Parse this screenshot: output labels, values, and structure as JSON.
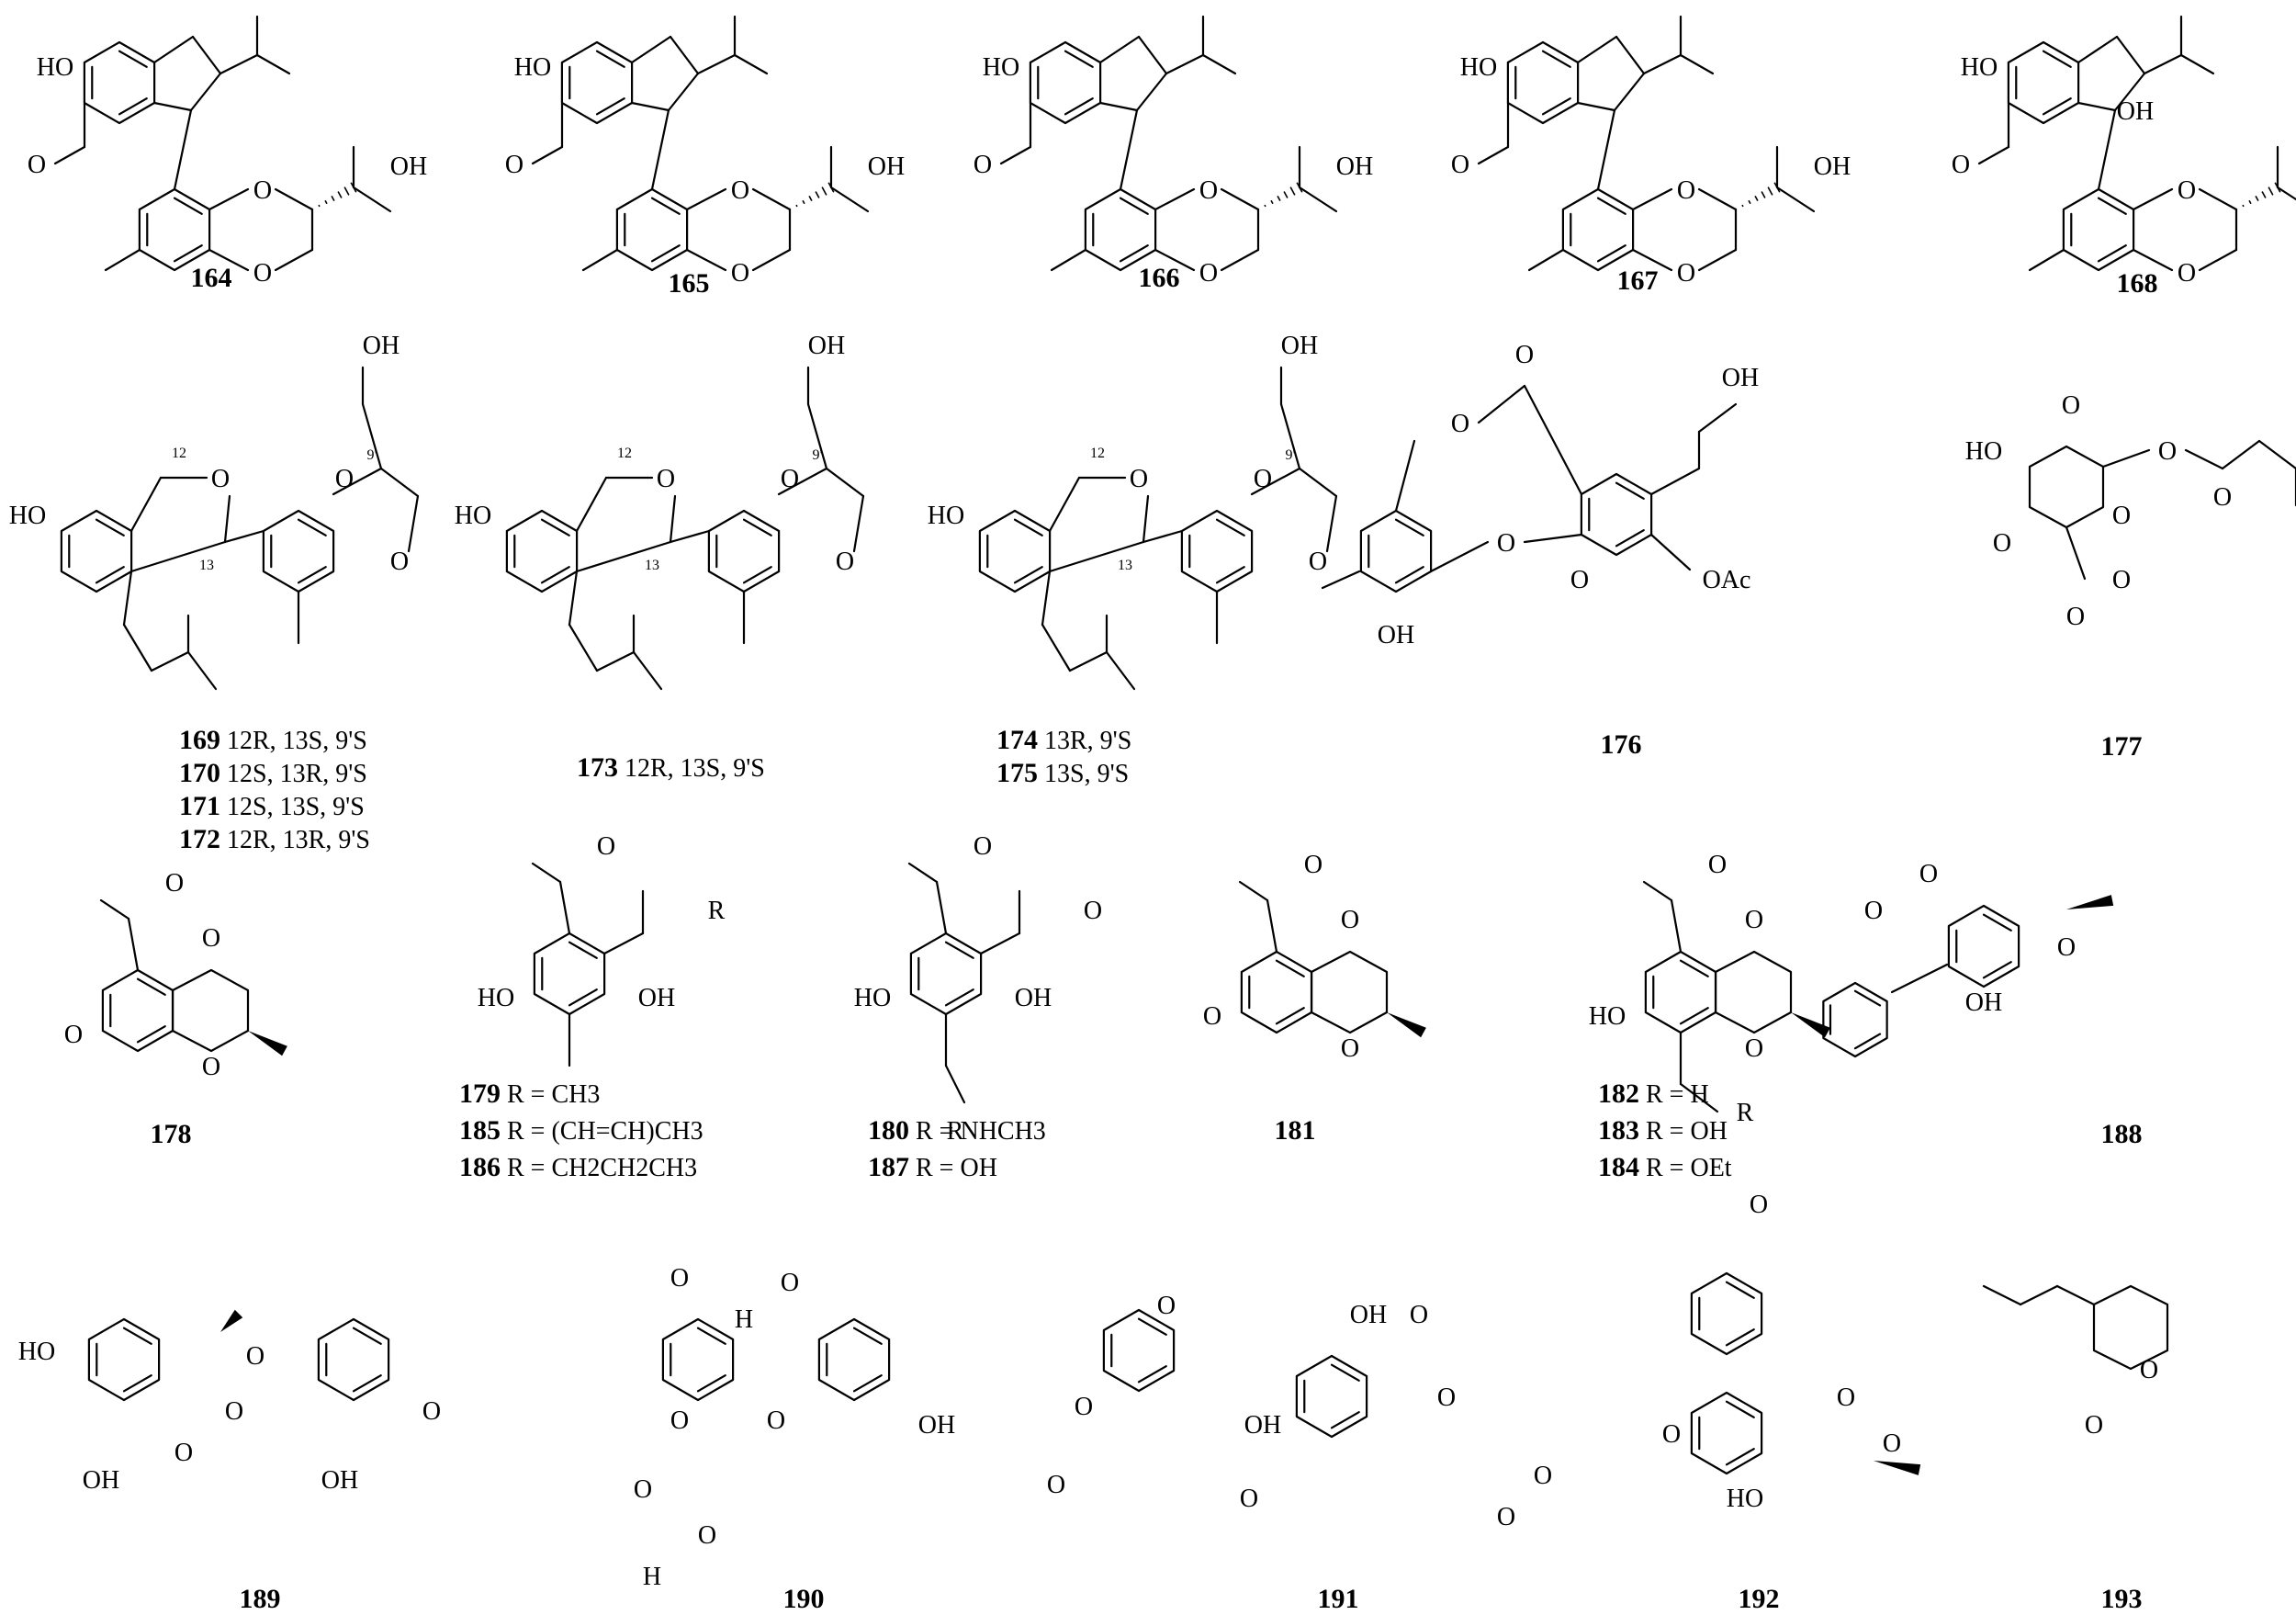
{
  "figure": {
    "compounds": [
      {
        "id": "c164",
        "number": "164"
      },
      {
        "id": "c165",
        "number": "165"
      },
      {
        "id": "c166",
        "number": "166"
      },
      {
        "id": "c167",
        "number": "167"
      },
      {
        "id": "c168",
        "number": "168"
      },
      {
        "id": "c169",
        "lines": [
          {
            "number": "169",
            "config": "12R, 13S, 9'S"
          },
          {
            "number": "170",
            "config": "12S, 13R, 9'S"
          },
          {
            "number": "171",
            "config": "12S, 13S, 9'S"
          },
          {
            "number": "172",
            "config": "12R, 13R, 9'S"
          }
        ]
      },
      {
        "id": "c173",
        "lines": [
          {
            "number": "173",
            "config": "12R, 13S, 9'S"
          }
        ]
      },
      {
        "id": "c174",
        "lines": [
          {
            "number": "174",
            "config": "13R, 9'S"
          },
          {
            "number": "175",
            "config": "13S, 9'S"
          }
        ]
      },
      {
        "id": "c176",
        "number": "176"
      },
      {
        "id": "c177",
        "number": "177"
      },
      {
        "id": "c178",
        "number": "178"
      },
      {
        "id": "c179",
        "lines": [
          {
            "number": "179",
            "r": "R = CH3"
          },
          {
            "number": "185",
            "r": "R = (CH=CH)CH3"
          },
          {
            "number": "186",
            "r": "R = CH2CH2CH3"
          }
        ]
      },
      {
        "id": "c180",
        "lines": [
          {
            "number": "180",
            "r": "R = NHCH3"
          },
          {
            "number": "187",
            "r": "R = OH"
          }
        ]
      },
      {
        "id": "c181",
        "number": "181"
      },
      {
        "id": "c182",
        "lines": [
          {
            "number": "182",
            "r": "R = H"
          },
          {
            "number": "183",
            "r": "R = OH"
          },
          {
            "number": "184",
            "r": "R = OEt"
          }
        ]
      },
      {
        "id": "c188",
        "number": "188"
      },
      {
        "id": "c189",
        "number": "189"
      },
      {
        "id": "c190",
        "number": "190"
      },
      {
        "id": "c191",
        "number": "191"
      },
      {
        "id": "c192",
        "number": "192"
      },
      {
        "id": "c193",
        "number": "193"
      }
    ],
    "atom_labels": {
      "HO": "HO",
      "OH": "OH",
      "O": "O",
      "OAc": "OAc",
      "H": "H",
      "R": "R",
      "loc12": "12",
      "loc13": "13",
      "loc9p": "9'"
    }
  }
}
